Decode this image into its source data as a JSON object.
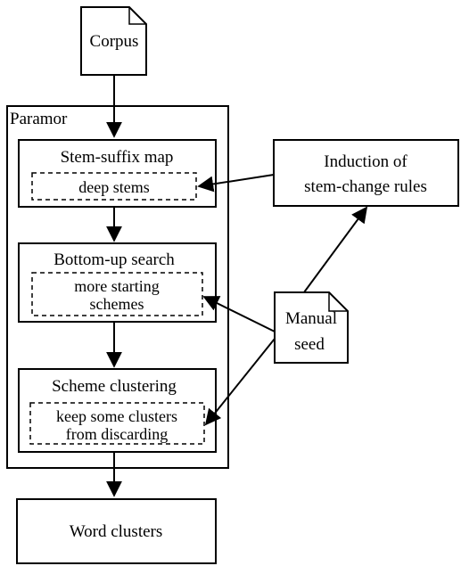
{
  "nodes": {
    "corpus": "Corpus",
    "paramor": "Paramor",
    "stem_suffix_map": "Stem-suffix map",
    "deep_stems": "deep stems",
    "bottom_up_search": "Bottom-up search",
    "more_starting_line1": "more starting",
    "more_starting_line2": "schemes",
    "scheme_clustering": "Scheme clustering",
    "keep_line1": "keep some clusters",
    "keep_line2": "from discarding",
    "induction_line1": "Induction of",
    "induction_line2": "stem-change rules",
    "manual_line1": "Manual",
    "manual_line2": "seed",
    "word_clusters": "Word clusters"
  },
  "colors": {
    "stroke": "#000000",
    "background": "#ffffff"
  }
}
